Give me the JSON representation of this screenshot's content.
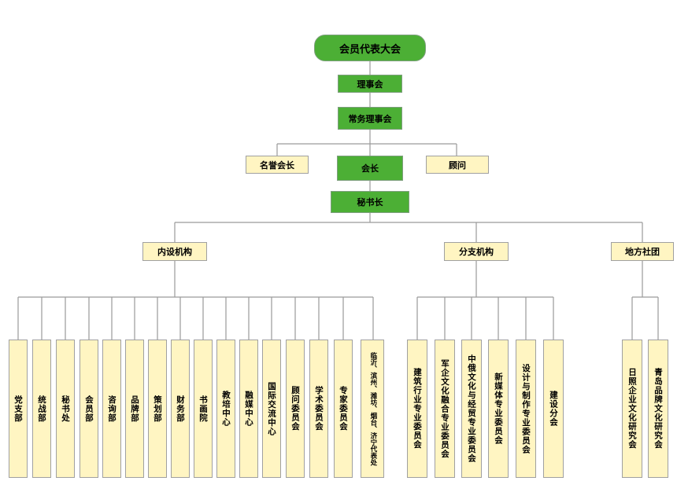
{
  "top": {
    "assembly": "会员代表大会",
    "council": "理事会",
    "standing": "常务理事会",
    "president": "会长",
    "honorary": "名誉会长",
    "advisor": "顾问",
    "secretary": "秘书长"
  },
  "branches": {
    "internal": "内设机构",
    "branch_orgs": "分支机构",
    "local": "地方社团"
  },
  "internal_units": [
    "党支部",
    "统战部",
    "秘书处",
    "会员部",
    "咨询部",
    "品牌部",
    "策划部",
    "财务部",
    "书画院",
    "教培中心",
    "融媒中心",
    "国际交流中心",
    "顾问委员会",
    "学术委员会",
    "专家委员会",
    "临沂、滨州、潍坊、烟台、济宁代表处"
  ],
  "branch_units": [
    "建筑行业专业委员会",
    "军企文化融合专业委员会",
    "中俄文化与经贸专业委员会",
    "新媒体专业委员会",
    "设计与制作专业委员会",
    "建设分会"
  ],
  "local_units": [
    "日照企业文化研究会",
    "青岛品牌文化研究会"
  ],
  "colors": {
    "green": "#4caf35",
    "yellow": "#fff5c2",
    "line": "#9a9a9a"
  }
}
